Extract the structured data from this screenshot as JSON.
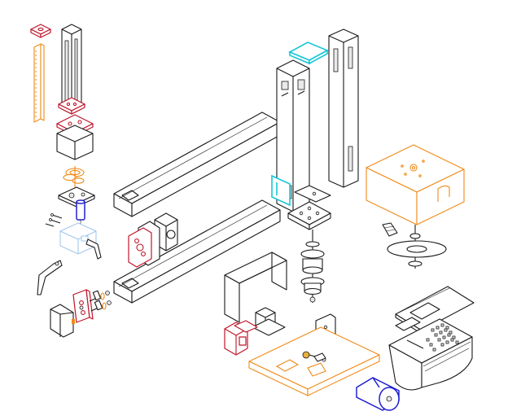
{
  "colors": {
    "line": "#1a1a1a",
    "red": "#c0142a",
    "orange": "#f08a17",
    "cyan": "#16c8d8",
    "blue": "#2020d0",
    "light_blue": "#9ec6ec",
    "background": "#ffffff"
  },
  "parts": [
    "square-cap",
    "orange-strip",
    "black-column",
    "red-plate",
    "open-box",
    "gear-set",
    "bracket-plate",
    "blue-capacitor",
    "pins",
    "light-blue-block",
    "black-handles",
    "red-hinge-plate",
    "black-relay",
    "connectors",
    "long-channel-top",
    "long-channel-bottom",
    "motor-block",
    "red-flange-plate",
    "tall-column-center",
    "tall-column-right",
    "cyan-cap",
    "cyan-window",
    "base-plate",
    "shaft-assembly",
    "orange-housing",
    "turntable",
    "u-bracket",
    "transformer-small",
    "red-transformer",
    "angle-bracket",
    "orange-base-board",
    "blue-motor",
    "keypad-housing",
    "panel-sheet"
  ]
}
